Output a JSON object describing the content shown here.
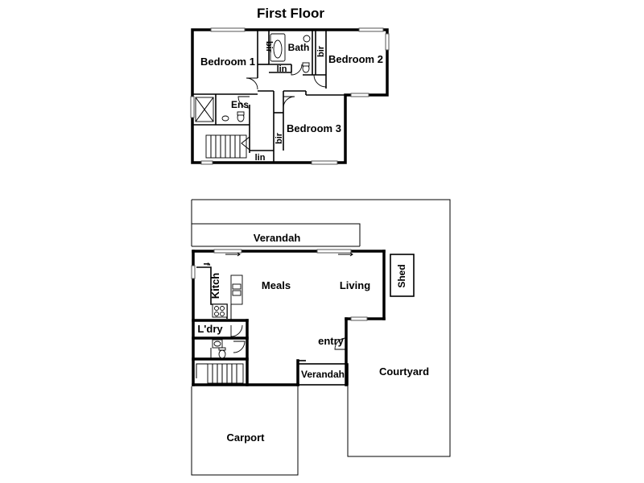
{
  "plan": {
    "title": "First Floor",
    "rooms": {
      "bedroom1": "Bedroom 1",
      "bedroom2": "Bedroom 2",
      "bedroom3": "Bedroom 3",
      "bath": "Bath",
      "ens": "Ens",
      "bir_a": "bir",
      "bir_b": "bir",
      "bir_c": "bir",
      "lin_a": "lin",
      "lin_b": "lin",
      "verandah_top": "Verandah",
      "verandah_bottom": "Verandah",
      "kitch": "Kitch",
      "fridge": "f",
      "meals": "Meals",
      "living": "Living",
      "shed": "Shed",
      "ldry": "L'dry",
      "entry": "entry",
      "courtyard": "Courtyard",
      "carport": "Carport"
    }
  }
}
